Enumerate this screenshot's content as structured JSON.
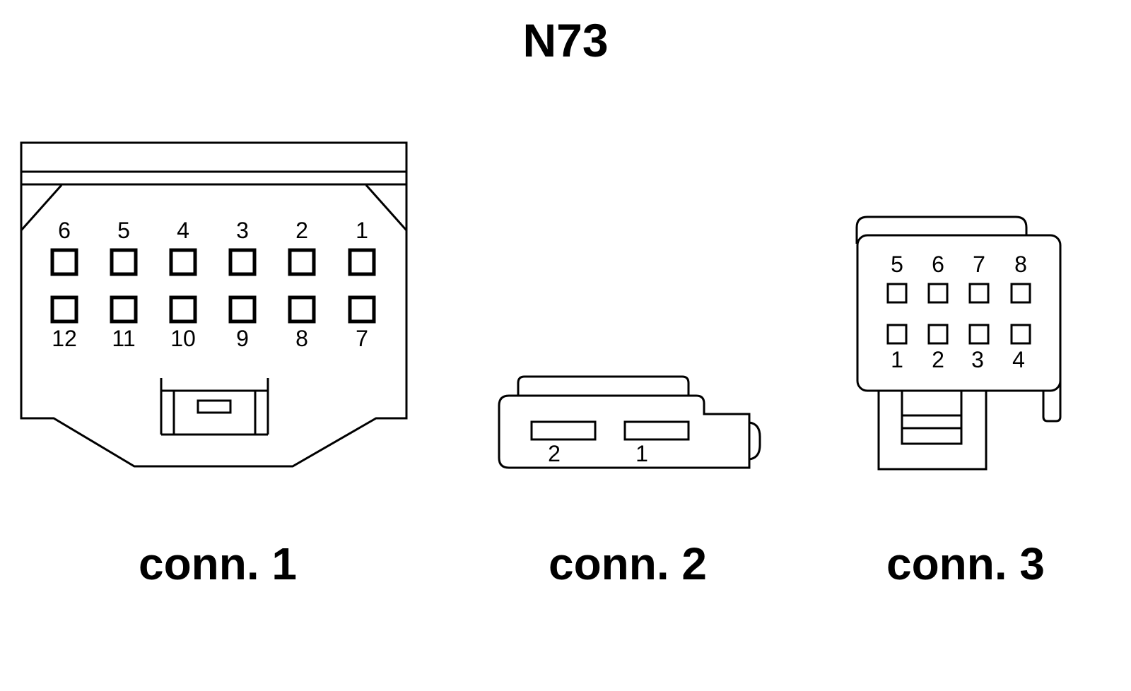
{
  "title": "N73",
  "connectors": {
    "conn1": {
      "label": "conn. 1",
      "top_row": [
        "6",
        "5",
        "4",
        "3",
        "2",
        "1"
      ],
      "bottom_row": [
        "12",
        "11",
        "10",
        "9",
        "8",
        "7"
      ]
    },
    "conn2": {
      "label": "conn. 2",
      "pins": [
        "2",
        "1"
      ]
    },
    "conn3": {
      "label": "conn. 3",
      "top_row": [
        "5",
        "6",
        "7",
        "8"
      ],
      "bottom_row": [
        "1",
        "2",
        "3",
        "4"
      ]
    }
  },
  "colors": {
    "line": "#000000",
    "background": "#ffffff"
  }
}
